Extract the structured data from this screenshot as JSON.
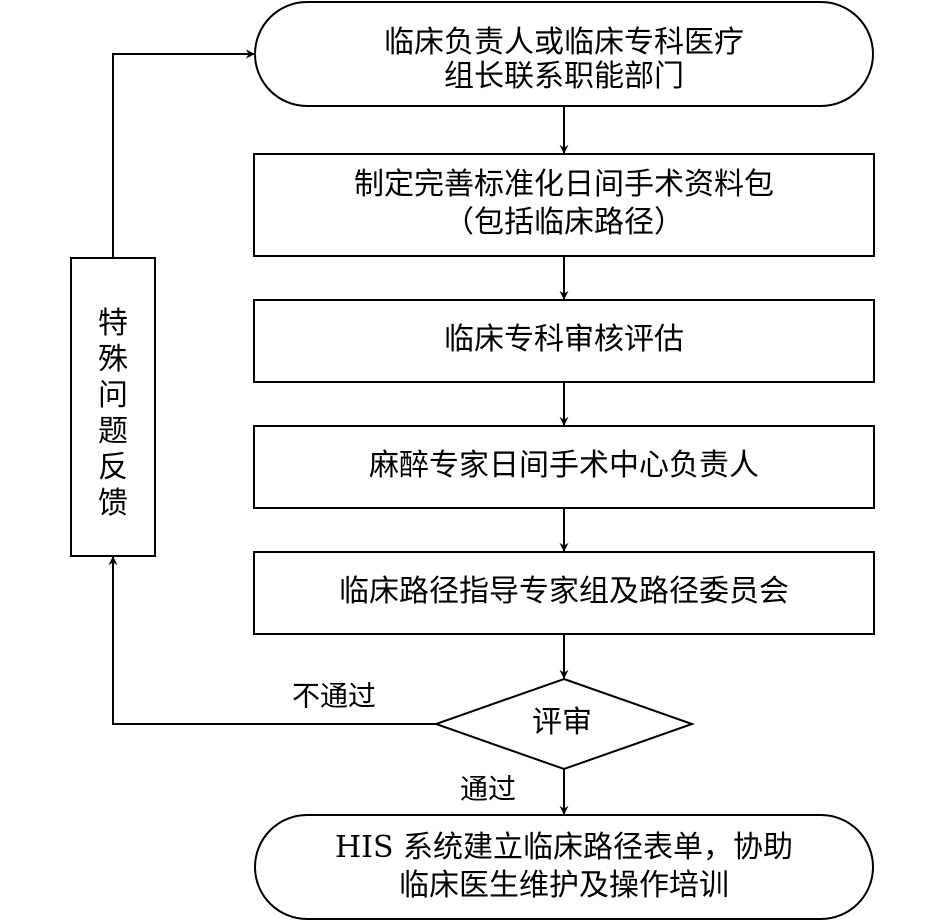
{
  "nodes": {
    "start": {
      "line1": "临床负责人或临床专科医疗",
      "line2": "组长联系职能部门"
    },
    "step_package": {
      "line1": "制定完善标准化日间手术资料包",
      "line2": "（包括临床路径）"
    },
    "step_review": {
      "line1": "临床专科审核评估"
    },
    "step_anesthesia": {
      "line1": "麻醉专家日间手术中心负责人"
    },
    "step_committee": {
      "line1": "临床路径指导专家组及路径委员会"
    },
    "decision": {
      "label": "评审"
    },
    "end": {
      "line1": "HIS 系统建立临床路径表单，协助",
      "line2": "临床医生维护及操作培训"
    },
    "feedback": {
      "chars": [
        "特",
        "殊",
        "问",
        "题",
        "反",
        "馈"
      ]
    }
  },
  "edges": {
    "fail_label": "不通过",
    "pass_label": "通过"
  }
}
